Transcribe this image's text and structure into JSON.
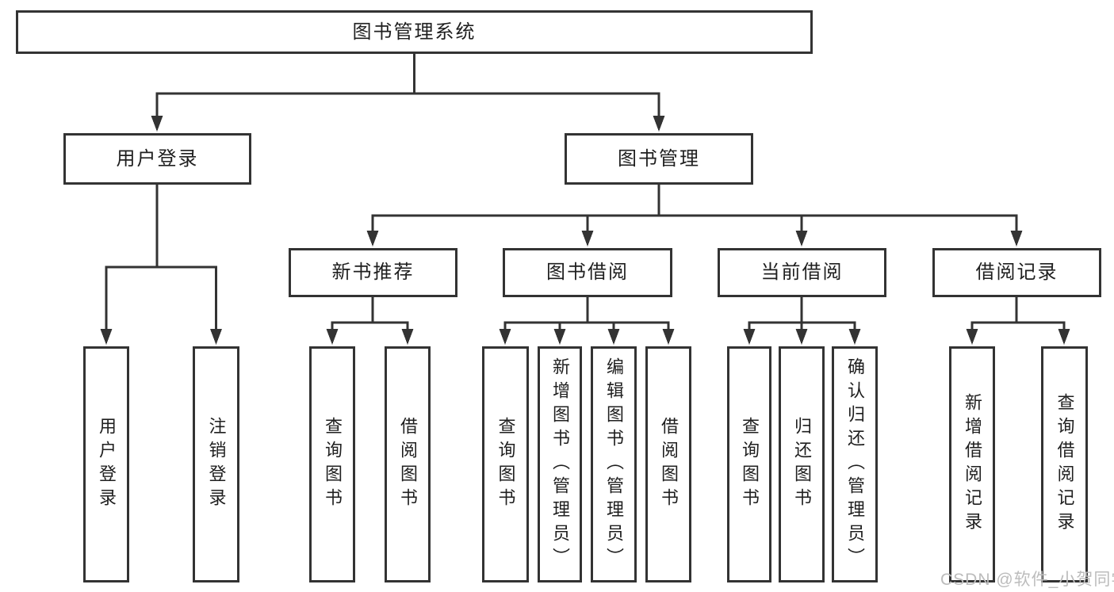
{
  "tree": {
    "root": {
      "label": "图书管理系统"
    },
    "branches": [
      {
        "label": "用户登录",
        "children": [
          {
            "label": "用户登录"
          },
          {
            "label": "注销登录"
          }
        ]
      },
      {
        "label": "图书管理",
        "children": [
          {
            "label": "新书推荐",
            "children": [
              {
                "label": "查询图书"
              },
              {
                "label": "借阅图书"
              }
            ]
          },
          {
            "label": "图书借阅",
            "children": [
              {
                "label": "查询图书"
              },
              {
                "label": "新增图书（管理员）"
              },
              {
                "label": "编辑图书（管理员）"
              },
              {
                "label": "借阅图书"
              }
            ]
          },
          {
            "label": "当前借阅",
            "children": [
              {
                "label": "查询图书"
              },
              {
                "label": "归还图书"
              },
              {
                "label": "确认归还（管理员）"
              }
            ]
          },
          {
            "label": "借阅记录",
            "children": [
              {
                "label": "新增借阅记录"
              },
              {
                "label": "查询借阅记录"
              }
            ]
          }
        ]
      }
    ]
  },
  "watermark": {
    "text": "CSDN @软件_小贺同学",
    "color": "#bcbcbc"
  },
  "colors": {
    "line": "#333333",
    "box_border": "#333333",
    "box_fill": "#ffffff",
    "text": "#1f1f1f",
    "background": "#ffffff"
  }
}
